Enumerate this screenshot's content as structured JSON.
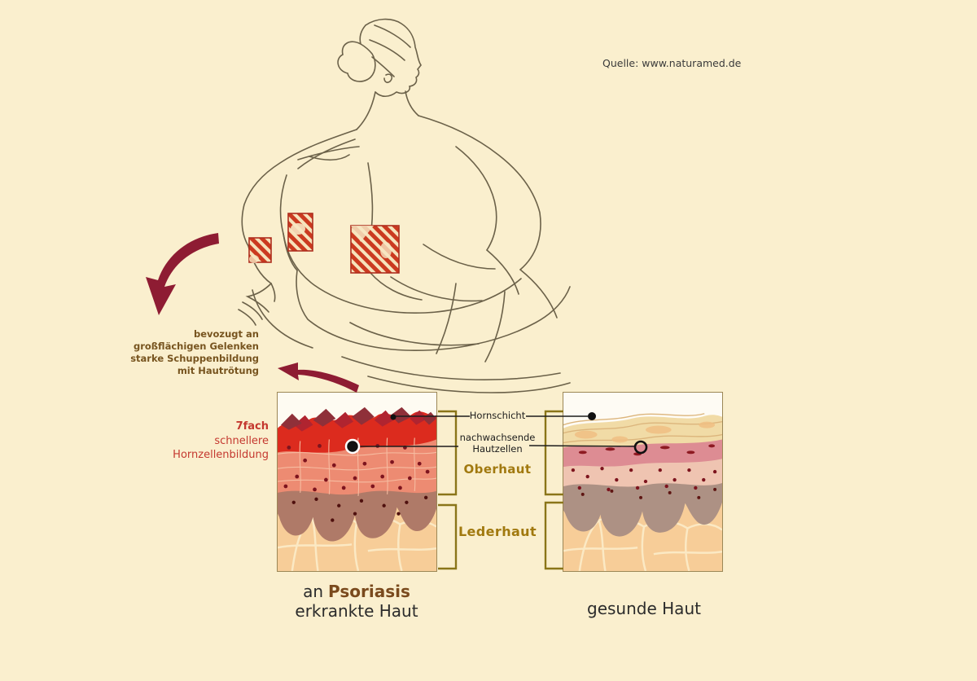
{
  "source": "Quelle: www.naturamed.de",
  "figure_annotation": {
    "line1": "bevozugt an",
    "line2": "großflächigen Gelenken",
    "line3": "starke Schuppenbildung",
    "line4": "mit Hautrötung"
  },
  "rate_note": {
    "highlight": "7fach",
    "line2": "schnellere",
    "line3": "Hornzellenbildung"
  },
  "layer_labels": {
    "hornschicht": "Hornschicht",
    "nachwachsende_line1": "nachwachsende",
    "nachwachsende_line2": "Hautzellen",
    "oberhaut": "Oberhaut",
    "lederhaut": "Lederhaut"
  },
  "captions": {
    "diseased_prefix": "an",
    "diseased_name": "Psoriasis",
    "diseased_line2": "erkrankte Haut",
    "healthy": "gesunde Haut"
  },
  "colors": {
    "background": "#FAEFCE",
    "arrow_maroon": "#8E1C33",
    "rate_text_red": "#C4382F",
    "annotation_brown": "#77541F",
    "layer_label_gold": "#A1790F",
    "caption_brown": "#7A4A1D",
    "text_dark": "#2B2B2B",
    "bracket_gold": "#8A7519",
    "patch_stripe_red": "#CB3A20",
    "figure_outline": "#6B6149",
    "panel_border": "#9C8756"
  }
}
